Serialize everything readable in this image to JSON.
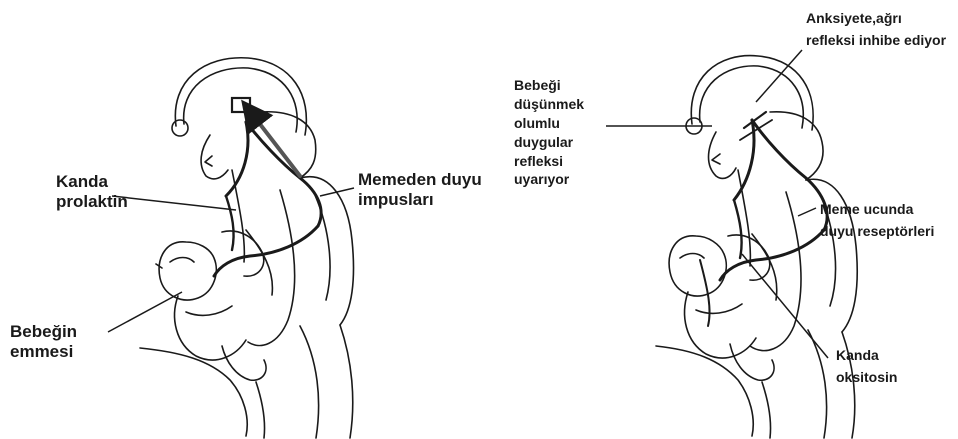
{
  "left_figure": {
    "labels": {
      "kanda_prolaktin": [
        "Kanda",
        "prolaktin"
      ],
      "memeden_duyu": [
        "Memeden duyu",
        "impusları"
      ],
      "bebegin_emmesi": [
        "Bebeğin",
        "emmesi"
      ]
    }
  },
  "right_figure": {
    "labels": {
      "anksiyete": [
        "Anksiyete,ağrı",
        "refleksi inhibe ediyor"
      ],
      "bebegi_dusunmek": [
        "Bebeği",
        "düşünmek",
        "olumlu",
        "duygular",
        "refleksi",
        "uyarıyor"
      ],
      "meme_ucunda": [
        "Meme ucunda",
        "duyu reseptörleri"
      ],
      "kanda_oksitosin": [
        "Kanda",
        "oksitosin"
      ]
    }
  },
  "colors": {
    "ink": "#1a1a1a",
    "background": "#ffffff"
  },
  "icons": [
    "breastfeeding-mother-figure",
    "brain-pathway-arrow"
  ]
}
